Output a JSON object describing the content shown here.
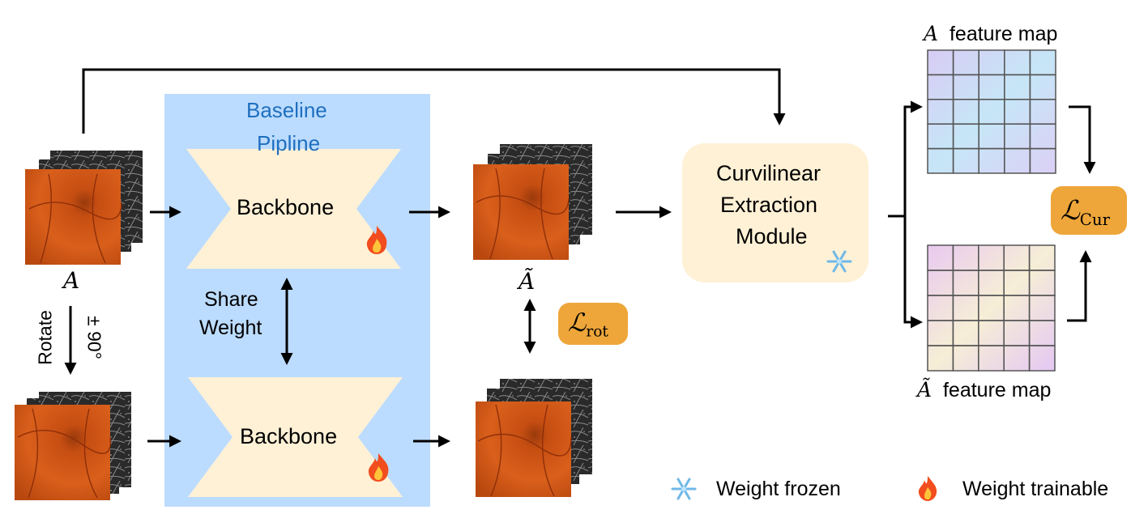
{
  "pipeline": {
    "title_line1": "Baseline",
    "title_line2": "Pipline",
    "backbone_top": "Backbone",
    "backbone_bottom": "Backbone",
    "share_line1": "Share",
    "share_line2": "Weight",
    "background_color": "#bcdcff",
    "block_color": "#fff1d6"
  },
  "input": {
    "label": "A",
    "rotate_label": "Rotate",
    "angle_label": "± 90°"
  },
  "output": {
    "label": "Ã"
  },
  "module": {
    "line1": "Curvilinear",
    "line2": "Extraction",
    "line3": "Module",
    "color": "#fff1d6"
  },
  "losses": {
    "rot_base": "ℒ",
    "rot_sub": "rot",
    "cur_base": "ℒ",
    "cur_sub": "Cur",
    "color": "#eea63a"
  },
  "feature_maps": {
    "top_symbol": "A",
    "top_label": "feature map",
    "bottom_symbol": "Ã",
    "bottom_label": "feature map",
    "grid_rows": 5,
    "grid_cols": 5
  },
  "legend": {
    "frozen_label": "Weight frozen",
    "trainable_label": "Weight trainable",
    "frozen_icon": "snowflake-icon",
    "trainable_icon": "flame-icon"
  }
}
